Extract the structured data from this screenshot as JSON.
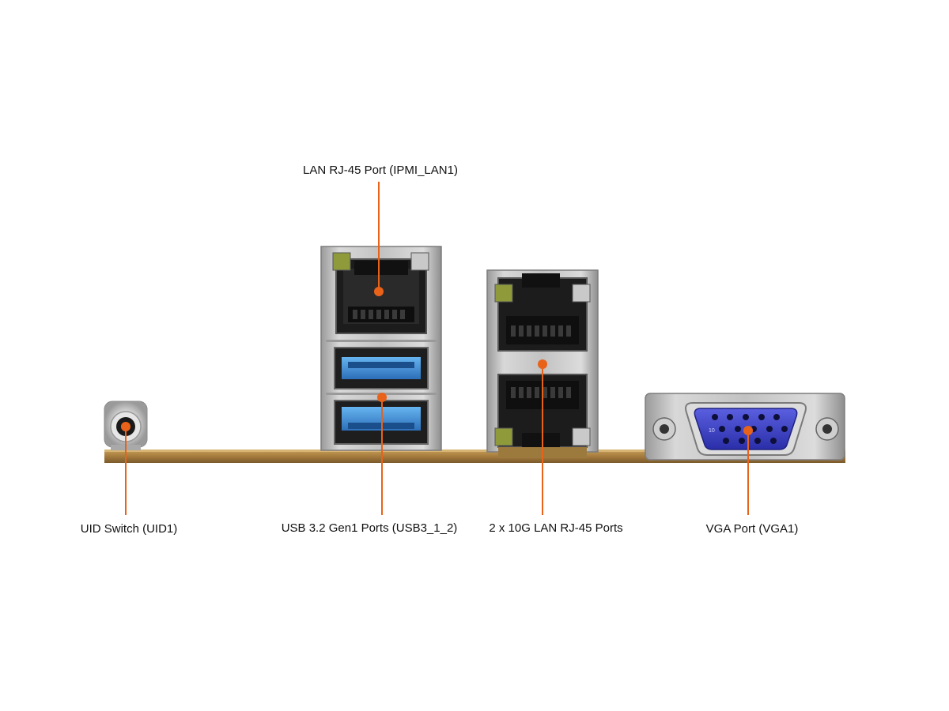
{
  "callouts": {
    "ipmi_lan": "LAN RJ-45 Port (IPMI_LAN1)",
    "uid_switch": "UID Switch (UID1)",
    "usb_ports": "USB 3.2 Gen1 Ports (USB3_1_2)",
    "lan_10g": "2 x 10G LAN RJ-45 Ports",
    "vga_port": "VGA Port (VGA1)"
  },
  "vga_pin_markers": {
    "left": "10"
  },
  "colors": {
    "callout_line": "#e8621a",
    "pcb_board": "#b38a4a",
    "metal_shield": "#c9c9c9",
    "usb_tongue": "#3f8fd6",
    "vga_connector": "#3f44c4"
  }
}
